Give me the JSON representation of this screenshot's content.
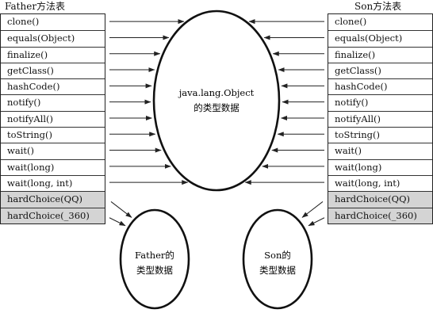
{
  "father": {
    "title": "Father方法表",
    "methods": [
      "clone()",
      "equals(Object)",
      "finalize()",
      "getClass()",
      "hashCode()",
      "notify()",
      "notifyAll()",
      "toString()",
      "wait()",
      "wait(long)",
      "wait(long, int)",
      "hardChoice(QQ)",
      "hardChoice(_360)"
    ],
    "shaded_from": 11
  },
  "son": {
    "title": "Son方法表",
    "methods": [
      "clone()",
      "equals(Object)",
      "finalize()",
      "getClass()",
      "hashCode()",
      "notify()",
      "notifyAll()",
      "toString()",
      "wait()",
      "wait(long)",
      "wait(long, int)",
      "hardChoice(QQ)",
      "hardChoice(_360)"
    ],
    "shaded_from": 11
  },
  "object_type": {
    "line1": "java.lang.Object",
    "line2": "的类型数据"
  },
  "father_type": {
    "line1": "Father的",
    "line2": "类型数据"
  },
  "son_type": {
    "line1": "Son的",
    "line2": "类型数据"
  }
}
